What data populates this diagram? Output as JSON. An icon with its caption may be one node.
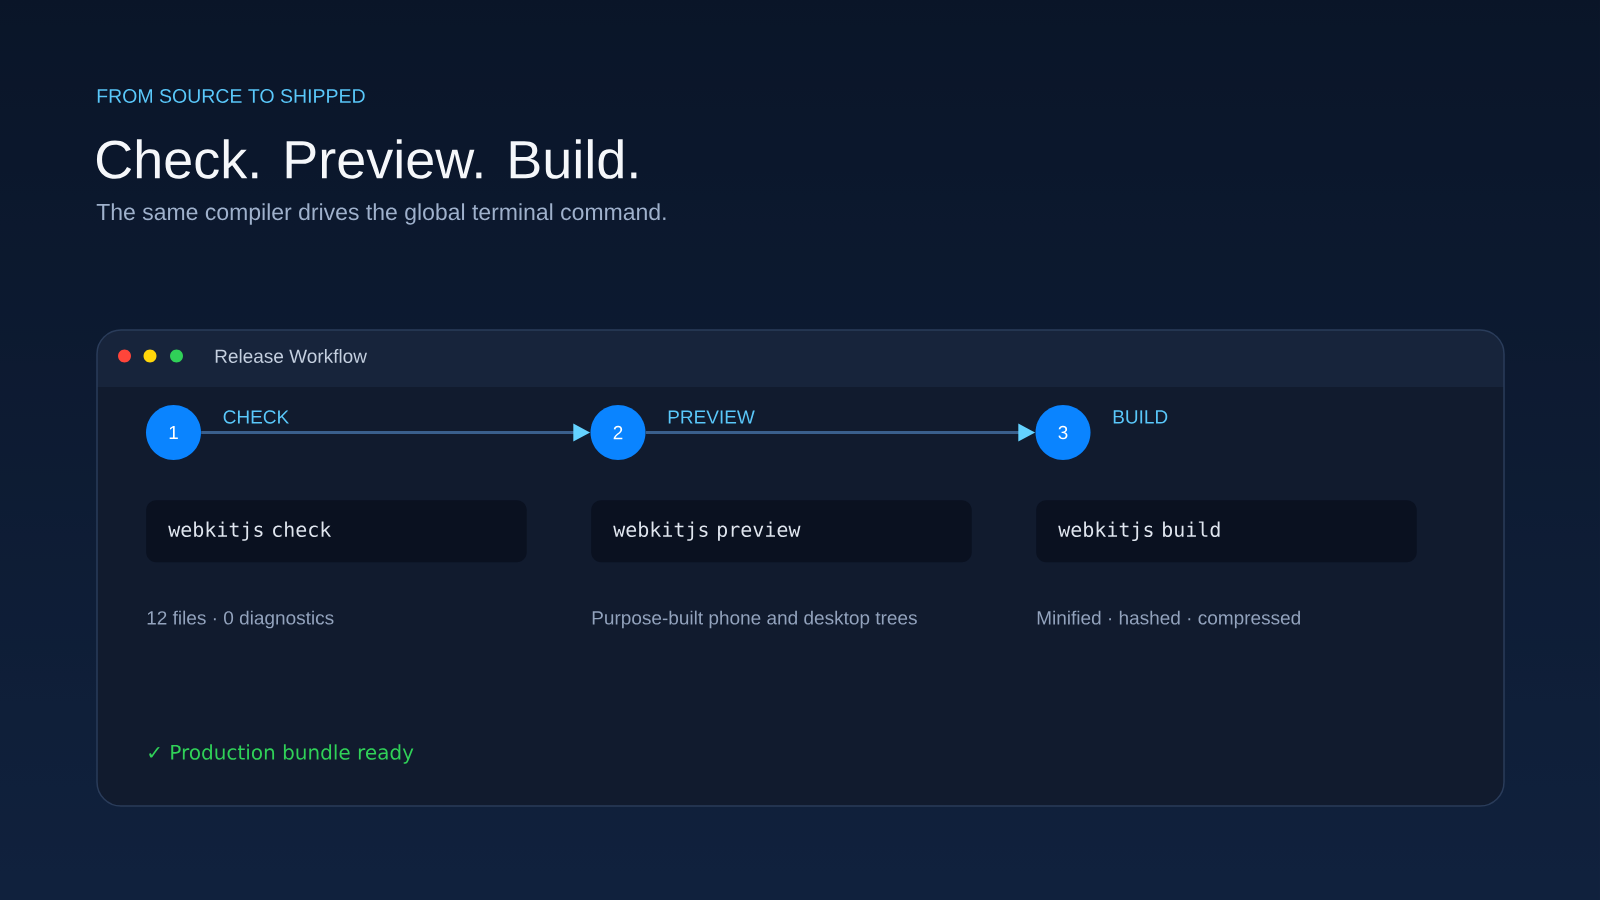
{
  "diagram": {
    "title": "Check. Preview. Build.",
    "nodes": [
      {
        "text": [
          "Release Workflow"
        ]
      },
      {
        "text": [
          "1"
        ],
        "beside": [
          "CHECK"
        ],
        "in": 0
      },
      {
        "text": [
          "webkitjs check"
        ],
        "beside": [
          "12 files · 0 diagnostics"
        ],
        "in": 0
      },
      {
        "text": [
          "2"
        ],
        "beside": [
          "PREVIEW"
        ],
        "in": 0
      },
      {
        "text": [
          "webkitjs preview"
        ],
        "beside": [
          "Purpose-built phone and desktop trees"
        ],
        "in": 0
      },
      {
        "text": [
          "3"
        ],
        "beside": [
          "BUILD"
        ],
        "in": 0
      },
      {
        "text": [
          "webkitjs build"
        ],
        "beside": [
          "Minified · hashed · compressed"
        ],
        "in": 0
      }
    ],
    "edges": [
      {
        "from": 1,
        "to": 3,
        "arrow": "to"
      },
      {
        "from": 3,
        "to": 5,
        "arrow": "to"
      }
    ],
    "labels": [
      "FROM SOURCE TO SHIPPED",
      "The same compiler drives the global terminal command.",
      "✓ Production bundle ready"
    ]
  }
}
